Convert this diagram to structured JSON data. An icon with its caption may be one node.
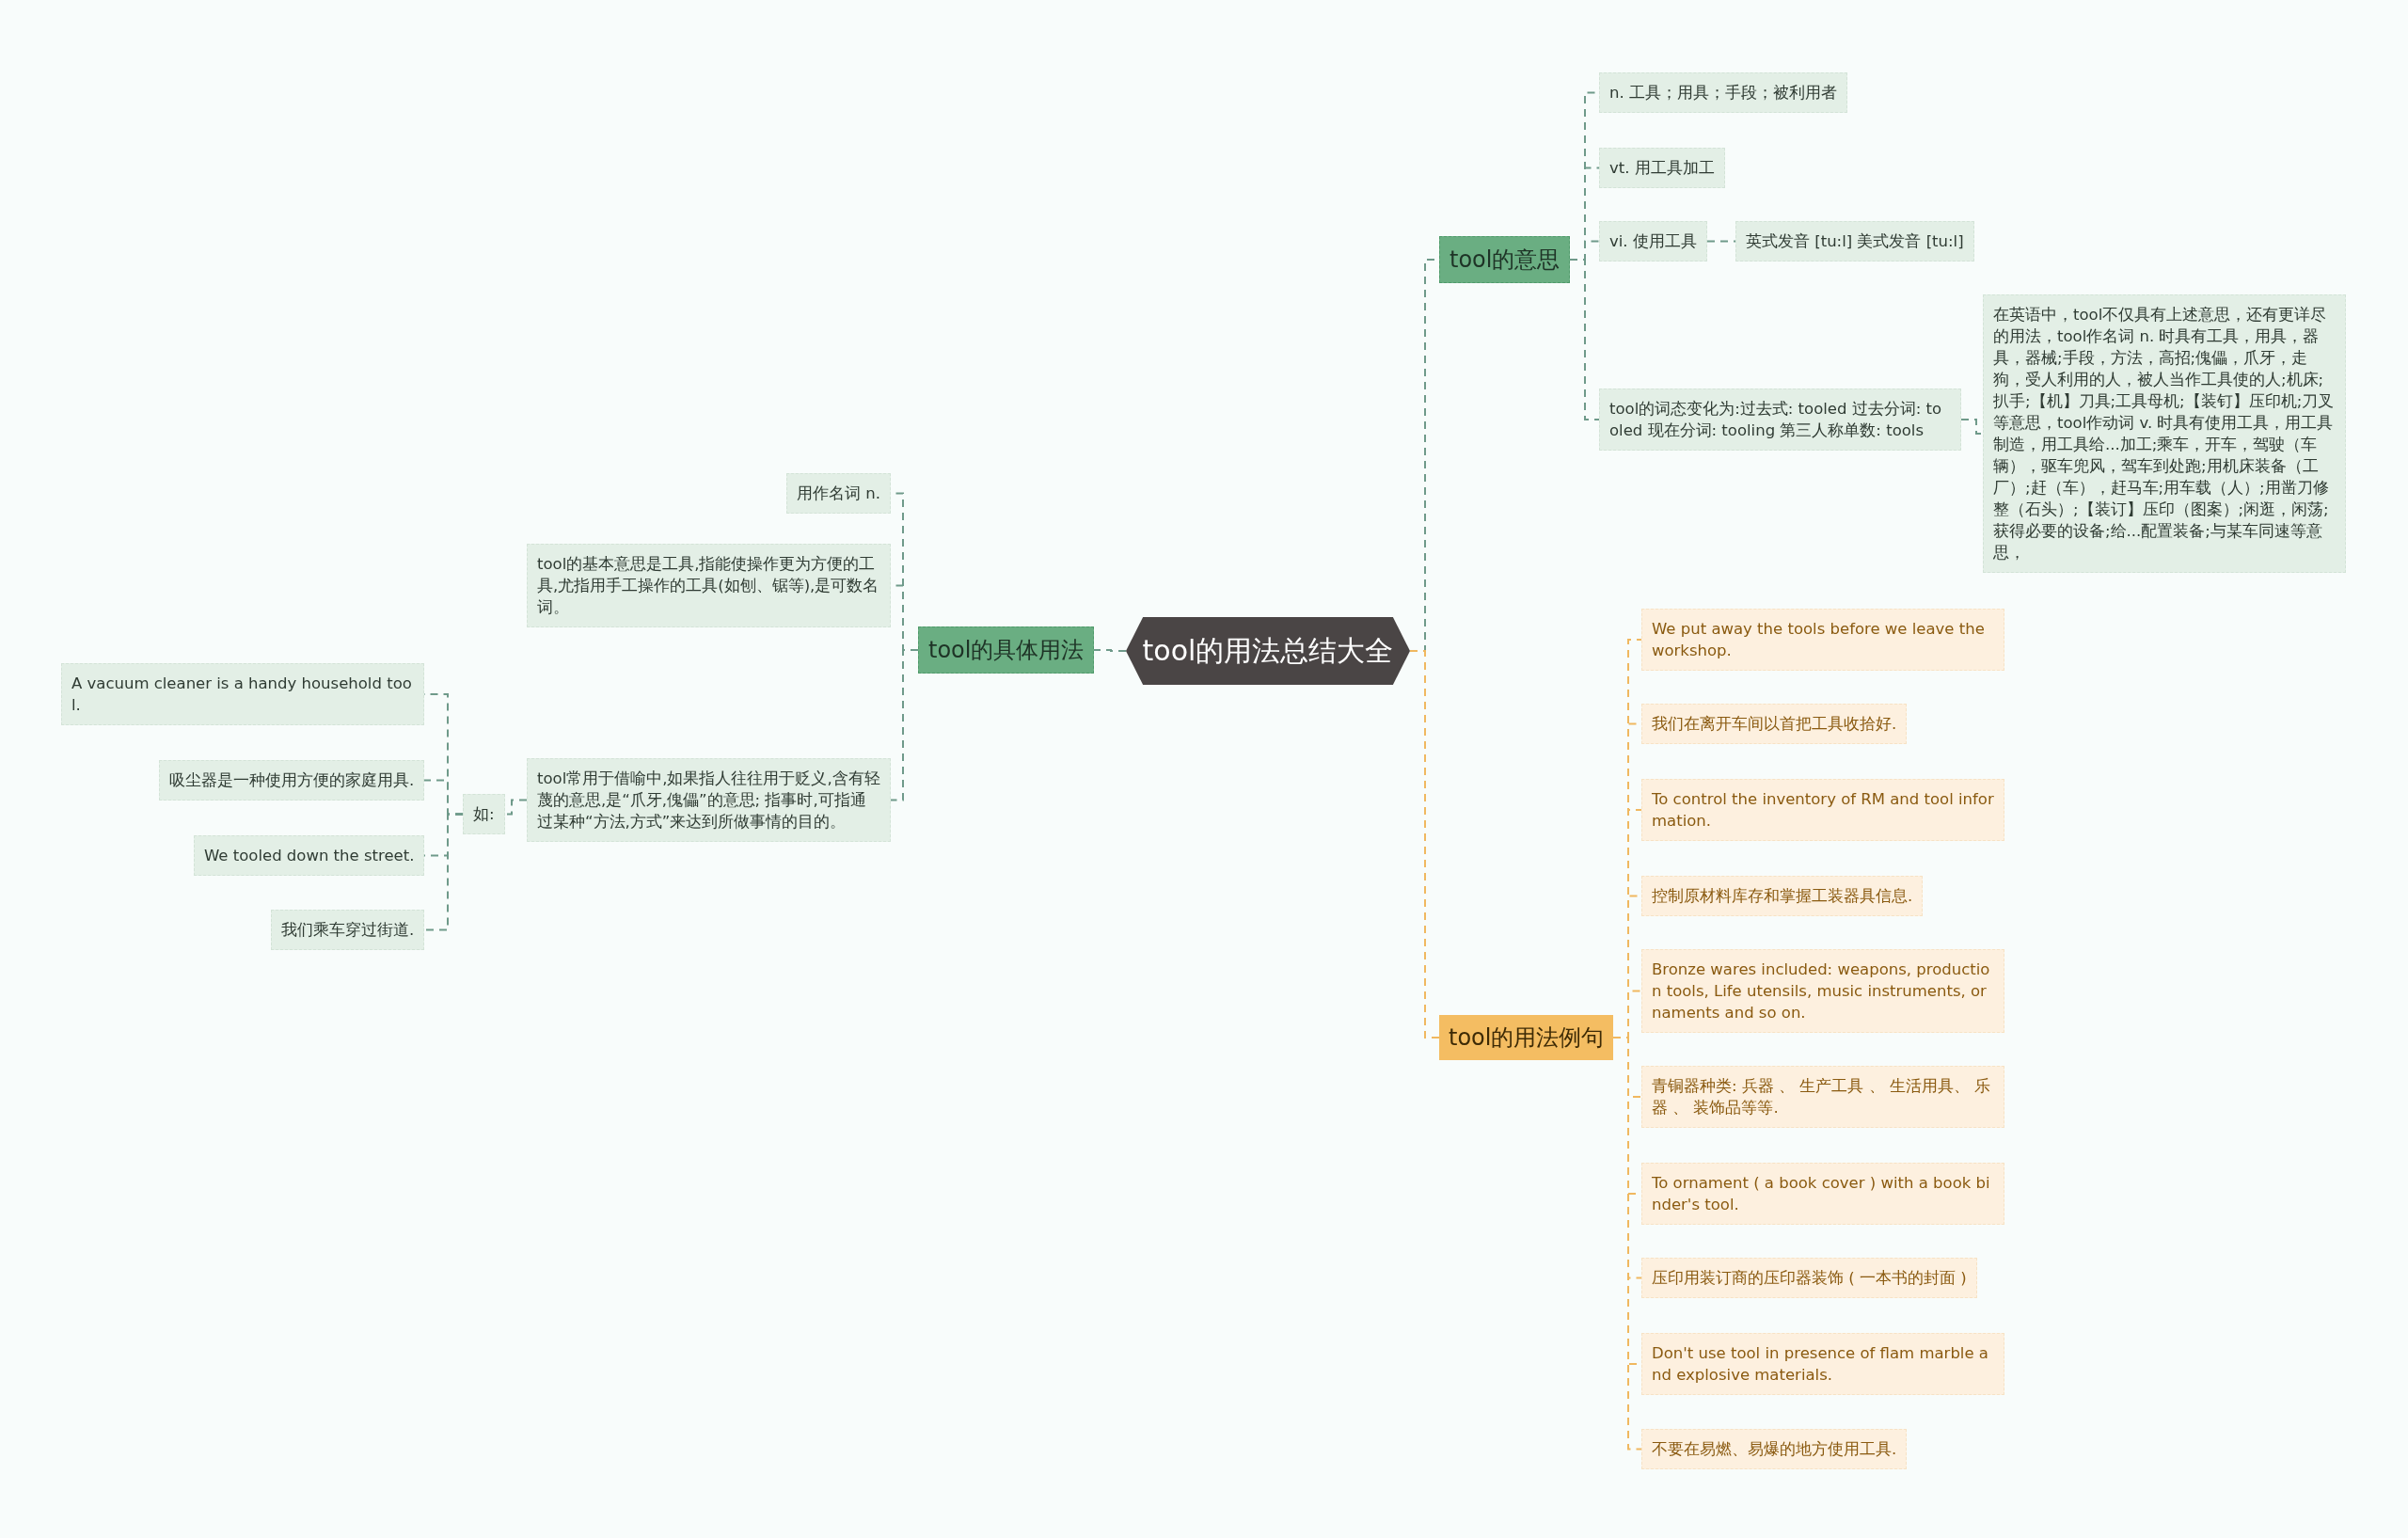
{
  "diagram": {
    "nodes": [
      {
        "text": [
          "tool的用法总结大全"
        ]
      },
      {
        "text": [
          "tool的意思"
        ]
      },
      {
        "text": [
          "n. 工具；用具；手段；被利用者"
        ]
      },
      {
        "text": [
          "vt. 用工具加工"
        ]
      },
      {
        "text": [
          "vi. 使用工具"
        ]
      },
      {
        "text": [
          "英式发音 [tu:l] 美式发音 [tu:l]"
        ]
      },
      {
        "text": [
          "tool的词态变化为:过去式: tooled 过去分词: tooled 现在分词: tooling 第三人称单数: tools"
        ]
      },
      {
        "text": [
          "在英语中，tool不仅具有上述意思，还有更详尽的用法，tool作名词 n. 时具有工具，用具，器具，器械;手段，方法，高招;傀儡，爪牙，走狗，受人利用的人，被人当作工具使的人;机床;扒手;【机】刀具;工具母机;【装钉】压印机;刀叉等意思，tool作动词 v. 时具有使用工具，用工具制造，用工具给...加工;乘车，开车，驾驶（车辆），驱车兜风，驾车到处跑;用机床装备（工厂）;赶（车），赶马车;用车载（人）;用凿刀修整（石头）;【装订】压印（图案）;闲逛，闲荡;获得必要的设备;给...配置装备;与某车同速等意思，"
        ]
      },
      {
        "text": [
          "tool的用法例句"
        ]
      },
      {
        "text": [
          "We put away the tools before we leave the workshop."
        ]
      },
      {
        "text": [
          "我们在离开车间以首把工具收拾好."
        ]
      },
      {
        "text": [
          "To control the inventory of RM and tool information."
        ]
      },
      {
        "text": [
          "控制原材料库存和掌握工装器具信息."
        ]
      },
      {
        "text": [
          "Bronze wares included: weapons, production tools, Life utensils, music instruments, ornaments and so on."
        ]
      },
      {
        "text": [
          "青铜器种类: 兵器 、 生产工具 、 生活用具、 乐器 、 装饰品等等."
        ]
      },
      {
        "text": [
          "To ornament ( a book cover ) with a book binder's tool."
        ]
      },
      {
        "text": [
          "压印用装订商的压印器装饰 ( 一本书的封面 )"
        ]
      },
      {
        "text": [
          "Don't use tool in presence of flam marble and explosive materials."
        ]
      },
      {
        "text": [
          "不要在易燃、易爆的地方使用工具."
        ]
      },
      {
        "text": [
          "tool的具体用法"
        ]
      },
      {
        "text": [
          "用作名词 n."
        ]
      },
      {
        "text": [
          "tool的基本意思是工具,指能使操作更为方便的工具,尤指用手工操作的工具(如刨、锯等),是可数名词。"
        ]
      },
      {
        "text": [
          "tool常用于借喻中,如果指人往往用于贬义,含有轻蔑的意思,是“爪牙,傀儡”的意思; 指事时,可指通过某种“方法,方式”来达到所做事情的目的。"
        ]
      },
      {
        "text": [
          "如:"
        ]
      },
      {
        "text": [
          "A vacuum cleaner is a handy household tool."
        ]
      },
      {
        "text": [
          "吸尘器是一种使用方便的家庭用具."
        ]
      },
      {
        "text": [
          "We tooled down the street."
        ]
      },
      {
        "text": [
          "我们乘车穿过街道."
        ]
      }
    ],
    "edges": [
      {
        "from": 0,
        "to": 1,
        "arrow": "none"
      },
      {
        "from": 1,
        "to": 2,
        "arrow": "none"
      },
      {
        "from": 1,
        "to": 3,
        "arrow": "none"
      },
      {
        "from": 1,
        "to": 4,
        "arrow": "none"
      },
      {
        "from": 4,
        "to": 5,
        "arrow": "none"
      },
      {
        "from": 1,
        "to": 6,
        "arrow": "none"
      },
      {
        "from": 6,
        "to": 7,
        "arrow": "none"
      },
      {
        "from": 0,
        "to": 8,
        "arrow": "none",
        "color": "#f0b860"
      },
      {
        "from": 8,
        "to": 9,
        "arrow": "none",
        "color": "#f0b860"
      },
      {
        "from": 8,
        "to": 10,
        "arrow": "none",
        "color": "#f0b860"
      },
      {
        "from": 8,
        "to": 11,
        "arrow": "none",
        "color": "#f0b860"
      },
      {
        "from": 8,
        "to": 12,
        "arrow": "none",
        "color": "#f0b860"
      },
      {
        "from": 8,
        "to": 13,
        "arrow": "none",
        "color": "#f0b860"
      },
      {
        "from": 8,
        "to": 14,
        "arrow": "none",
        "color": "#f0b860"
      },
      {
        "from": 8,
        "to": 15,
        "arrow": "none",
        "color": "#f0b860"
      },
      {
        "from": 8,
        "to": 16,
        "arrow": "none",
        "color": "#f0b860"
      },
      {
        "from": 8,
        "to": 17,
        "arrow": "none",
        "color": "#f0b860"
      },
      {
        "from": 8,
        "to": 18,
        "arrow": "none",
        "color": "#f0b860"
      },
      {
        "from": 0,
        "to": 19,
        "arrow": "none"
      },
      {
        "from": 19,
        "to": 20,
        "arrow": "none"
      },
      {
        "from": 19,
        "to": 21,
        "arrow": "none"
      },
      {
        "from": 19,
        "to": 22,
        "arrow": "none"
      },
      {
        "from": 22,
        "to": 23,
        "arrow": "none"
      },
      {
        "from": 23,
        "to": 24,
        "arrow": "none"
      },
      {
        "from": 23,
        "to": 25,
        "arrow": "none"
      },
      {
        "from": 23,
        "to": 26,
        "arrow": "none"
      },
      {
        "from": 23,
        "to": 27,
        "arrow": "none"
      }
    ]
  }
}
